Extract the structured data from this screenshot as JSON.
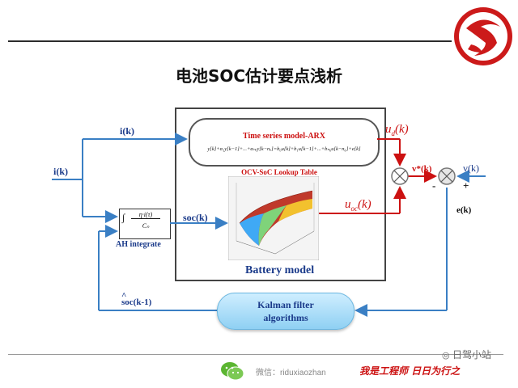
{
  "slide": {
    "title": "电池SOC估计要点浅析"
  },
  "diagram": {
    "input_label": "i(k)",
    "upper_input_label": "i(k)",
    "ah_label": "AH integrate",
    "ah_formula_num": "η·i(τ)",
    "ah_formula_den": "Cₙ",
    "soc_label": "soc(k)",
    "arx_title": "Time series model-ARX",
    "arx_equation": "y[k]+α₁y[k−1]+...+αₙₐy[k−nₐ]=b₀u[k]+b₁u[k−1]+...+bₙ₆u[k−n₆]+e[k]",
    "ocv_title": "OCV-SoC Lookup Table",
    "battery_model_label": "Battery model",
    "ud_label": "u",
    "ud_sub": "d",
    "ud_arg": "(k)",
    "uoc_label": "u",
    "uoc_sub": "oc",
    "uoc_arg": "(k)",
    "vstar_label": "v*(k)",
    "v_label": "v(k)",
    "minus_sign": "-",
    "plus_sign": "+",
    "error_label": "e(k)",
    "kalman_line1": "Kalman filter",
    "kalman_line2": "algorithms",
    "soc_feedback_label": "soc(k-1)",
    "soc_feedback_hat": "^"
  },
  "footer": {
    "wechat_label": "微信：riduxiaozhan",
    "slogan": "我是工程师 日日为行之",
    "watermark": "日驾小站"
  },
  "colors": {
    "signal_blue": "#3a7fc4",
    "signal_red": "#cc1111",
    "logo_red": "#cc1a1a",
    "wechat_green": "#5bb531"
  }
}
